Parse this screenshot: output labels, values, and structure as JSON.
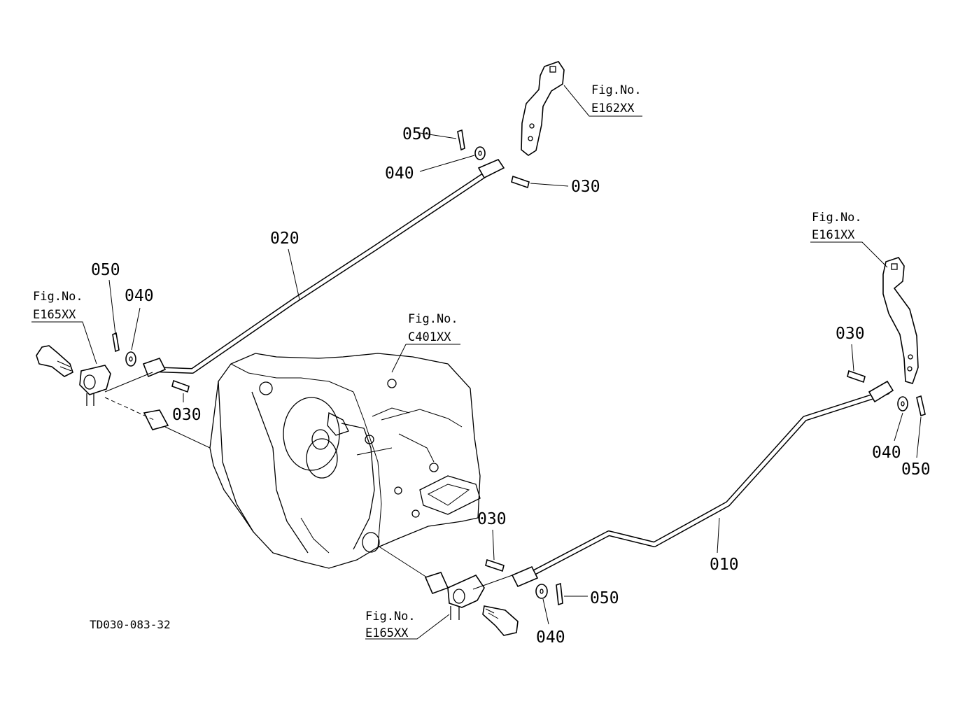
{
  "diagram": {
    "drawing_code": "TD030-083-32",
    "callouts": {
      "c020": "020",
      "c010": "010",
      "c030_top": "030",
      "c040_top": "040",
      "c050_top": "050",
      "c050_left": "050",
      "c040_left": "040",
      "c030_left": "030",
      "c030_right": "030",
      "c040_right": "040",
      "c050_right": "050",
      "c030_bottom": "030",
      "c040_bottom": "040",
      "c050_bottom": "050"
    },
    "fig_refs": {
      "e162": {
        "label": "Fig.No.",
        "code": "E162XX"
      },
      "e161": {
        "label": "Fig.No.",
        "code": "E161XX"
      },
      "e165_left": {
        "label": "Fig.No.",
        "code": "E165XX"
      },
      "c401": {
        "label": "Fig.No.",
        "code": "C401XX"
      },
      "e165_bottom": {
        "label": "Fig.No.",
        "code": "E165XX"
      }
    }
  }
}
